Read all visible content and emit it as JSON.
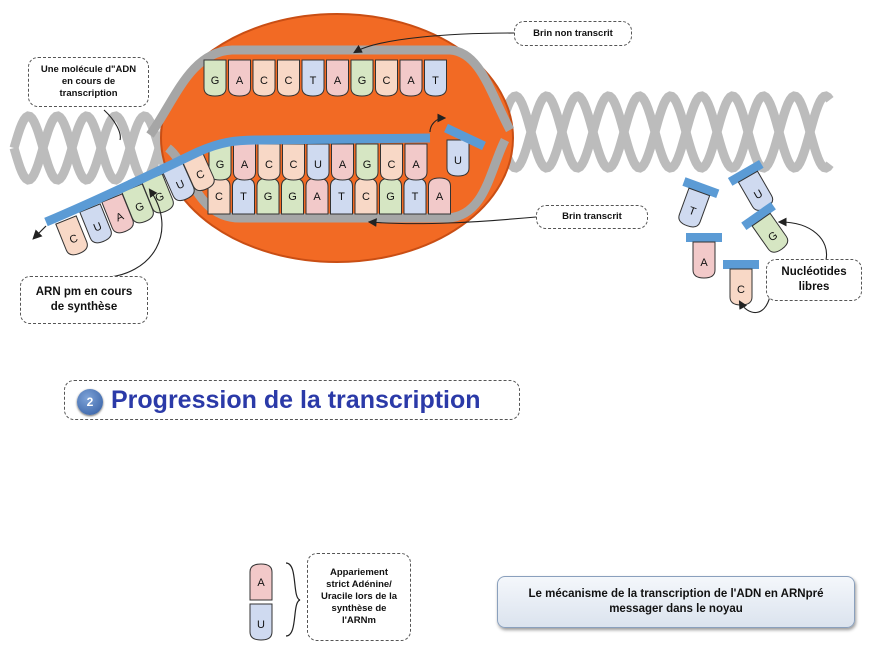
{
  "labels": {
    "adn_molecule": [
      "Une molécule d\"ADN",
      "en cours de",
      "transcription"
    ],
    "brin_non_transcrit": "Brin non transcrit",
    "brin_transcrit": "Brin transcrit",
    "arn_synthese": [
      "ARN pm en cours",
      "de synthèse"
    ],
    "nucleotides_libres": [
      "Nucléotides",
      "libres"
    ],
    "appariement": [
      "Appariement",
      "strict Adénine/",
      "Uracile lors de la",
      "synthèse de",
      "l'ARNm"
    ]
  },
  "title": {
    "number": "2",
    "text": "Progression de la transcription"
  },
  "footer": [
    "Le mécanisme de la transcription de l'ADN en ARNpré",
    "messager  dans le noyau"
  ],
  "strands": {
    "top_dna": [
      "G",
      "A",
      "C",
      "C",
      "T",
      "A",
      "G",
      "C",
      "A",
      "T"
    ],
    "rna_inside": [
      "G",
      "A",
      "C",
      "C",
      "U",
      "A",
      "G",
      "C",
      "A"
    ],
    "rna_extra": "U",
    "bottom_dna": [
      "C",
      "T",
      "G",
      "G",
      "A",
      "T",
      "C",
      "G",
      "T",
      "A"
    ],
    "rna_outside": [
      "C",
      "U",
      "A",
      "G",
      "G",
      "U",
      "C"
    ]
  },
  "free_nucleotides": [
    "T",
    "U",
    "G",
    "A",
    "C"
  ],
  "pair_example": [
    "A",
    "U"
  ],
  "colors": {
    "bubble": "#f26a24",
    "helix": "#bcbcbc",
    "rna_backbone": "#5b9bd5",
    "A": "#f2c9c9",
    "C": "#f8d8c6",
    "G": "#d6e6c3",
    "T": "#cfdaf0",
    "U": "#cfdaf0"
  }
}
